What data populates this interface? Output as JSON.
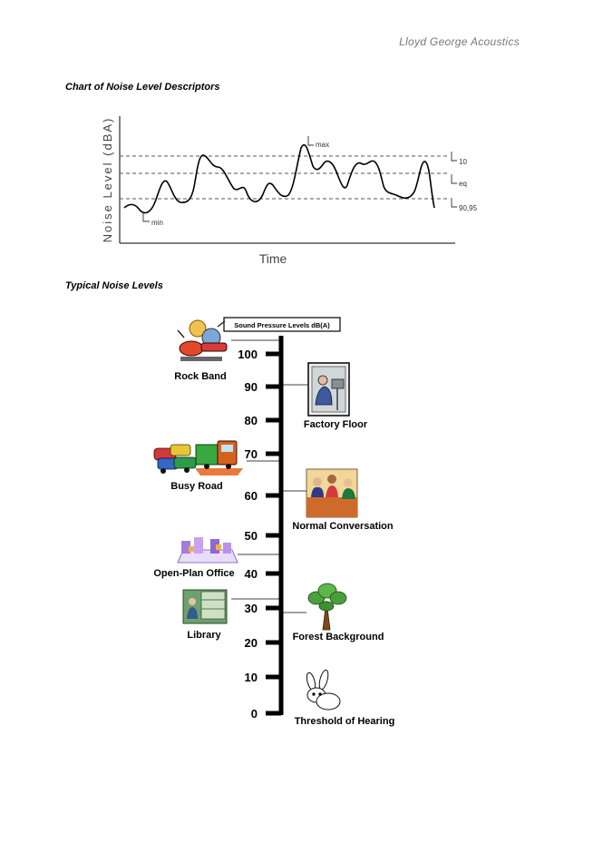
{
  "header": {
    "company": "Lloyd George Acoustics"
  },
  "section1": {
    "title": "Chart of Noise Level Descriptors",
    "chart": {
      "ylabel": "Noise Level (dBA)",
      "xlabel": "Time",
      "descriptors": {
        "max": {
          "letter": "L",
          "sub": "max"
        },
        "l10": {
          "letter": "L",
          "sub": "10"
        },
        "eq": {
          "letter": "L",
          "sub": "eq"
        },
        "l9095": {
          "letter": "L",
          "sub": "90,95"
        },
        "min": {
          "letter": "L",
          "sub": "min"
        }
      }
    }
  },
  "section2": {
    "title": "Typical Noise Levels",
    "scale_title": "Sound Pressure Levels dB(A)",
    "ticks": [
      {
        "value": "100"
      },
      {
        "value": "90"
      },
      {
        "value": "80"
      },
      {
        "value": "70"
      },
      {
        "value": "60"
      },
      {
        "value": "50"
      },
      {
        "value": "40"
      },
      {
        "value": "30"
      },
      {
        "value": "20"
      },
      {
        "value": "10"
      },
      {
        "value": "0"
      }
    ],
    "sources": {
      "rock_band": {
        "label": "Rock Band",
        "icon": "rock-band-icon"
      },
      "factory_floor": {
        "label": "Factory Floor",
        "icon": "factory-worker-icon"
      },
      "busy_road": {
        "label": "Busy Road",
        "icon": "traffic-icon"
      },
      "normal_conversation": {
        "label": "Normal Conversation",
        "icon": "conversation-icon"
      },
      "open_plan_office": {
        "label": "Open-Plan Office",
        "icon": "office-icon"
      },
      "library": {
        "label": "Library",
        "icon": "library-icon"
      },
      "forest_background": {
        "label": "Forest Background",
        "icon": "tree-icon"
      },
      "threshold_of_hearing": {
        "label": "Threshold of Hearing",
        "icon": "rabbit-icon"
      }
    }
  }
}
